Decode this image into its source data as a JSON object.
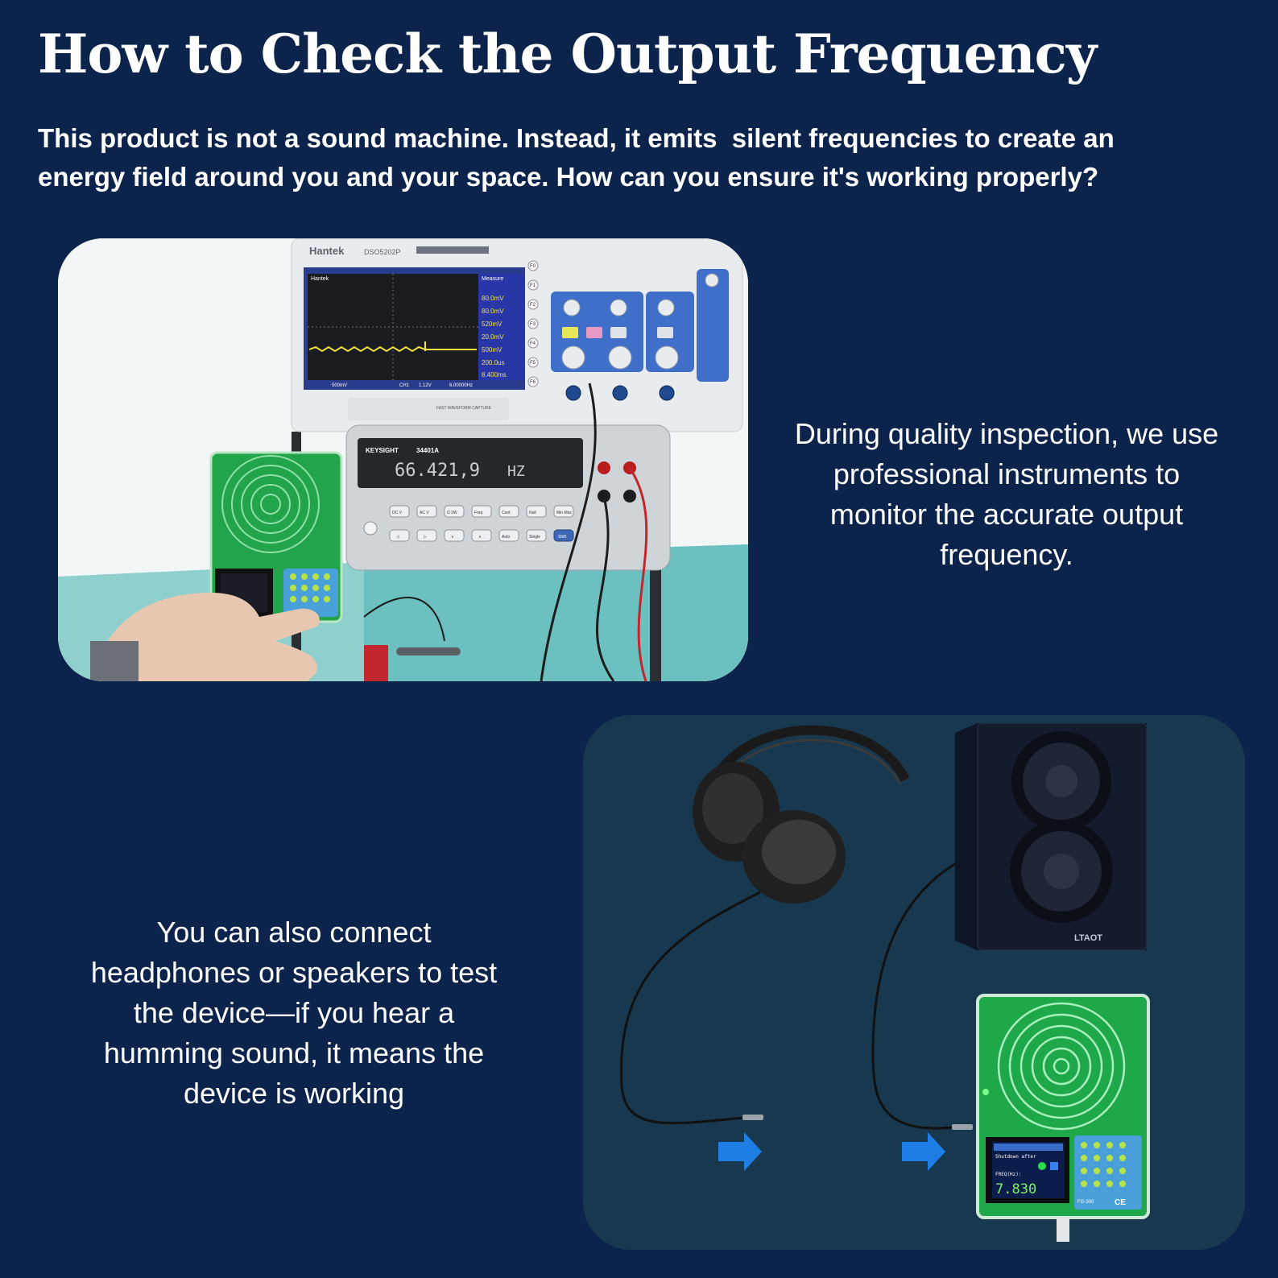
{
  "page": {
    "title": "How to Check the Output Frequency",
    "intro_line1": "This product is not a sound machine. Instead, it emits  silent frequencies to create an",
    "intro_line2": "energy field around you and your space. How can you ensure it's working properly?"
  },
  "section1": {
    "caption_lines": [
      "During quality inspection, we use",
      "professional instruments to",
      "monitor the accurate output",
      "frequency."
    ],
    "oscilloscope": {
      "brand": "Hantek",
      "model": "DSO5202P",
      "screen_brand": "Hantek",
      "measure_header": "Measure",
      "measure_values": [
        "80.0mV",
        "80.0mV",
        "520mV",
        "20.0mV",
        "500mV",
        "200.0us",
        "8.400ms"
      ],
      "status_left": "500mV",
      "status_ch": "CH1",
      "status_val": "1.12V",
      "status_freq": "6.00000Hz",
      "fkeys": [
        "F0",
        "F1",
        "F2",
        "F3",
        "F4",
        "F5",
        "F6"
      ],
      "capture_text": "FAST WAVEFORM CAPTURE"
    },
    "multimeter": {
      "brand": "KEYSIGHT",
      "model": "34401A",
      "reading": "66.421,9",
      "unit": "HZ",
      "buttons_row1": [
        "DC V",
        "AC V",
        "Ω 2W",
        "Freq",
        "Cont",
        "Null",
        "Min Max"
      ],
      "buttons_row2": [
        "◁",
        "▷",
        "∨",
        "∧",
        "Auto",
        "Single",
        "Shift"
      ]
    }
  },
  "section2": {
    "caption_lines": [
      "You can also connect",
      "headphones or speakers to test",
      "the device—if you hear a",
      "humming sound, it means the",
      "device is working"
    ],
    "speaker_brand": "LTAOT",
    "device": {
      "freq_label": "FREQ(Hz):",
      "freq_value": "7.830",
      "status_text": "Shutdown after",
      "model": "FG-300",
      "marks": "CE"
    }
  },
  "colors": {
    "background": "#0c244c",
    "text": "#ffffff",
    "scene_card": "#17384f",
    "arrow": "#1f7ee6",
    "device_pcb": "#1fa84a"
  }
}
